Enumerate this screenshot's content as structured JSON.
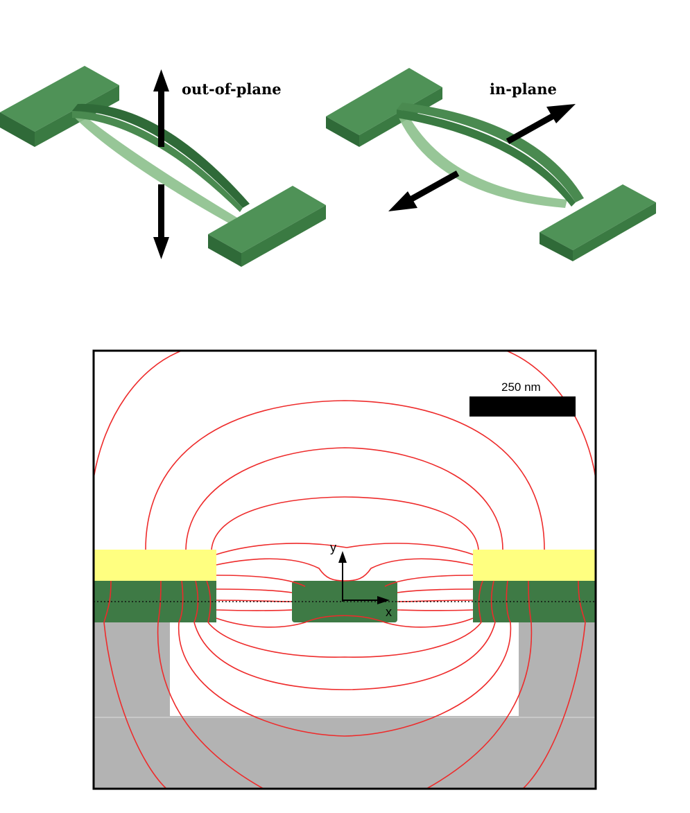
{
  "top_panel": {
    "label_out_of_plane": "out-of-plane",
    "label_in_plane": "in-plane"
  },
  "bottom_panel": {
    "scale_bar_label": "250 nm",
    "axis_x_label": "x",
    "axis_y_label": "y"
  },
  "colors": {
    "beam_dark": "#3d7a45",
    "beam_light": "#7fb47f",
    "pad_top": "#4f9257",
    "pad_side": "#2f6a38",
    "electrode_yellow": "#ffff80",
    "waveguide_green": "#3e7a45",
    "substrate_gray": "#b3b3b3",
    "field_line_red": "#ee2b2b",
    "arrow_black": "#000000"
  }
}
